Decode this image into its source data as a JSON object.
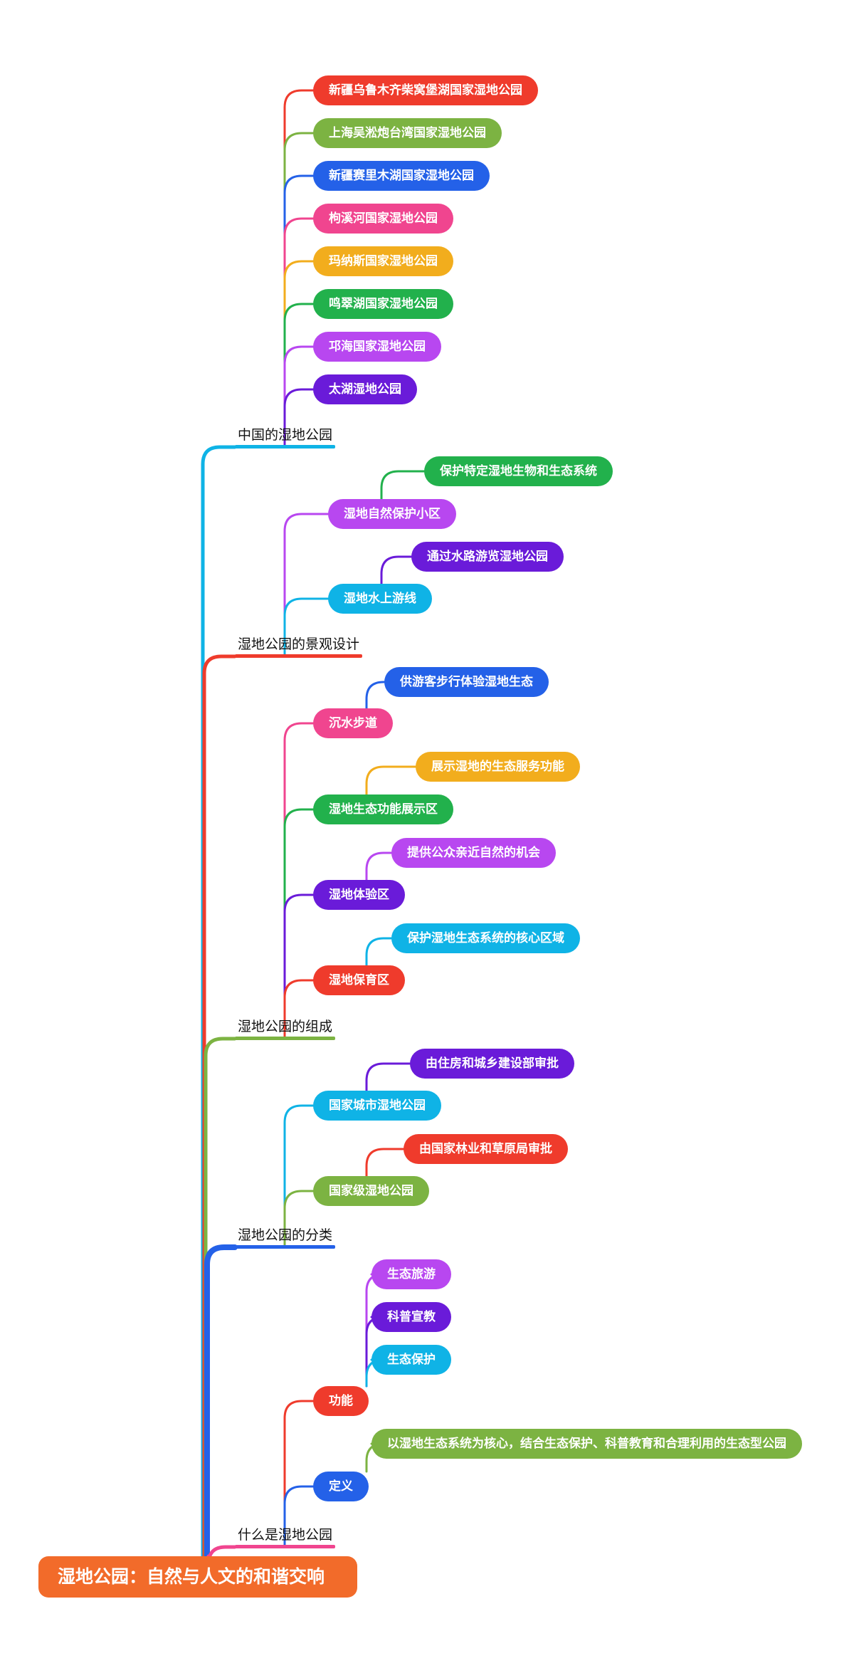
{
  "root": {
    "label": "湿地公园：自然与人文的和谐交响",
    "color": "#f26b2a"
  },
  "branches": [
    {
      "label": "中国的湿地公园",
      "color": "#0fb3e6",
      "children": [
        {
          "label": "新疆乌鲁木齐柴窝堡湖国家湿地公园",
          "color": "#ef3b2c"
        },
        {
          "label": "上海吴淞炮台湾国家湿地公园",
          "color": "#7cb342"
        },
        {
          "label": "新疆赛里木湖国家湿地公园",
          "color": "#2461e8"
        },
        {
          "label": "枸溪河国家湿地公园",
          "color": "#f0458f"
        },
        {
          "label": "玛纳斯国家湿地公园",
          "color": "#f2ad1d"
        },
        {
          "label": "鸣翠湖国家湿地公园",
          "color": "#22b14c"
        },
        {
          "label": "邛海国家湿地公园",
          "color": "#b847f0"
        },
        {
          "label": "太湖湿地公园",
          "color": "#6a1bd9"
        }
      ]
    },
    {
      "label": "湿地公园的景观设计",
      "color": "#ef3b2c",
      "children": [
        {
          "label": "湿地自然保护小区",
          "color": "#b847f0",
          "detail": {
            "label": "保护特定湿地生物和生态系统",
            "color": "#22b14c"
          }
        },
        {
          "label": "湿地水上游线",
          "color": "#0fb3e6",
          "detail": {
            "label": "通过水路游览湿地公园",
            "color": "#6a1bd9"
          }
        }
      ]
    },
    {
      "label": "湿地公园的组成",
      "color": "#7cb342",
      "children": [
        {
          "label": "沉水步道",
          "color": "#f0458f",
          "detail": {
            "label": "供游客步行体验湿地生态",
            "color": "#2461e8"
          }
        },
        {
          "label": "湿地生态功能展示区",
          "color": "#22b14c",
          "detail": {
            "label": "展示湿地的生态服务功能",
            "color": "#f2ad1d"
          }
        },
        {
          "label": "湿地体验区",
          "color": "#6a1bd9",
          "detail": {
            "label": "提供公众亲近自然的机会",
            "color": "#b847f0"
          }
        },
        {
          "label": "湿地保育区",
          "color": "#ef3b2c",
          "detail": {
            "label": "保护湿地生态系统的核心区域",
            "color": "#0fb3e6"
          }
        }
      ]
    },
    {
      "label": "湿地公园的分类",
      "color": "#2461e8",
      "children": [
        {
          "label": "国家城市湿地公园",
          "color": "#0fb3e6",
          "detail": {
            "label": "由住房和城乡建设部审批",
            "color": "#6a1bd9"
          }
        },
        {
          "label": "国家级湿地公园",
          "color": "#7cb342",
          "detail": {
            "label": "由国家林业和草原局审批",
            "color": "#ef3b2c"
          }
        }
      ]
    },
    {
      "label": "什么是湿地公园",
      "color": "#f0458f",
      "children": [
        {
          "label": "功能",
          "color": "#ef3b2c",
          "details": [
            {
              "label": "生态旅游",
              "color": "#b847f0"
            },
            {
              "label": "科普宣教",
              "color": "#6a1bd9"
            },
            {
              "label": "生态保护",
              "color": "#0fb3e6"
            }
          ]
        },
        {
          "label": "定义",
          "color": "#2461e8",
          "detail": {
            "label": "以湿地生态系统为核心，结合生态保护、科普教育和合理利用的生态型公园",
            "color": "#7cb342"
          }
        }
      ]
    }
  ]
}
